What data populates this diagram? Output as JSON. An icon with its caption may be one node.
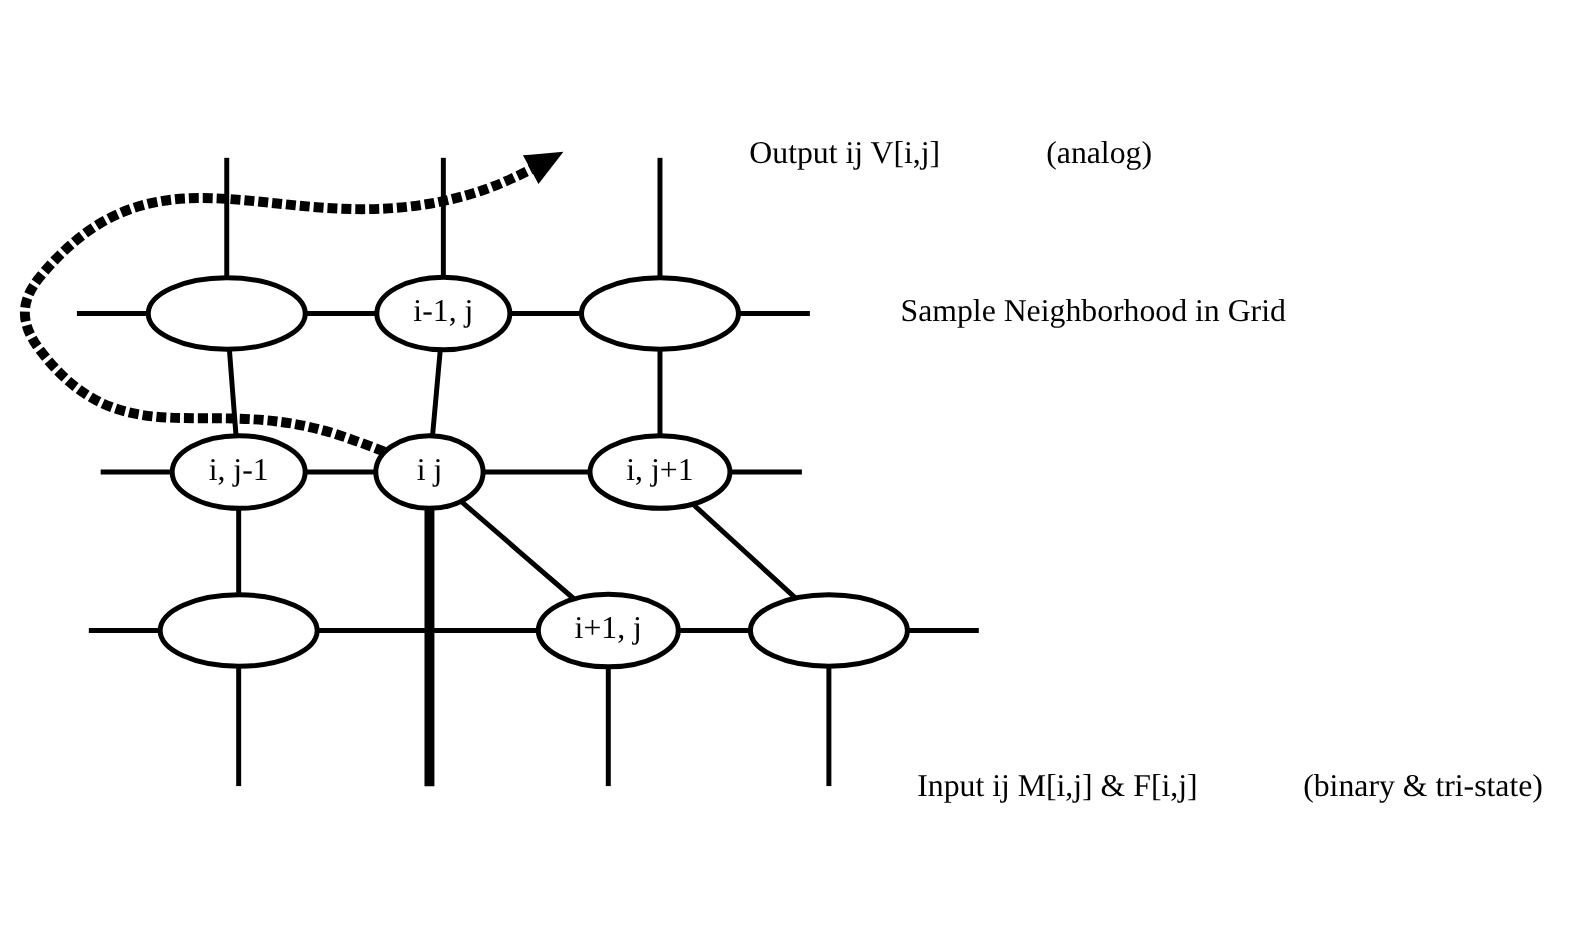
{
  "diagram": {
    "nodes": [
      {
        "text": [],
        "shape": "ellipse"
      },
      {
        "text": [
          "i-1, j"
        ]
      },
      {
        "text": [],
        "shape": "ellipse"
      },
      {
        "text": [
          "i, j-1"
        ]
      },
      {
        "text": [
          "i j"
        ]
      },
      {
        "text": [
          "i, j+1"
        ]
      },
      {
        "text": [],
        "shape": "ellipse"
      },
      {
        "text": [
          "i+1, j"
        ]
      },
      {
        "text": [],
        "shape": "ellipse"
      }
    ],
    "edges": [
      {
        "from": null,
        "to": 0,
        "arrow": "none"
      },
      {
        "from": 0,
        "to": 1,
        "arrow": "none"
      },
      {
        "from": 1,
        "to": 2,
        "arrow": "none"
      },
      {
        "from": 2,
        "to": null,
        "arrow": "none"
      },
      {
        "from": null,
        "to": 3,
        "arrow": "none"
      },
      {
        "from": 3,
        "to": 4,
        "arrow": "none"
      },
      {
        "from": 4,
        "to": 5,
        "arrow": "none"
      },
      {
        "from": 5,
        "to": null,
        "arrow": "none"
      },
      {
        "from": null,
        "to": 6,
        "arrow": "none"
      },
      {
        "from": 6,
        "to": 7,
        "arrow": "none"
      },
      {
        "from": 7,
        "to": 8,
        "arrow": "none"
      },
      {
        "from": 8,
        "to": null,
        "arrow": "none"
      },
      {
        "from": null,
        "to": 0,
        "arrow": "none"
      },
      {
        "from": 0,
        "to": 3,
        "arrow": "none"
      },
      {
        "from": 3,
        "to": 6,
        "arrow": "none"
      },
      {
        "from": 6,
        "to": null,
        "arrow": "none"
      },
      {
        "from": null,
        "to": 1,
        "arrow": "none"
      },
      {
        "from": 1,
        "to": 4,
        "arrow": "none"
      },
      {
        "from": 4,
        "to": 7,
        "arrow": "none"
      },
      {
        "from": 7,
        "to": null,
        "arrow": "none"
      },
      {
        "from": null,
        "to": 2,
        "arrow": "none"
      },
      {
        "from": 2,
        "to": 5,
        "arrow": "none"
      },
      {
        "from": 5,
        "to": 8,
        "arrow": "none"
      },
      {
        "from": 8,
        "to": null,
        "arrow": "none"
      },
      {
        "from": 4,
        "to": null,
        "arrow": "to",
        "style": "dashed"
      },
      {
        "from": null,
        "to": 4,
        "arrow": "none",
        "style": "thick"
      }
    ],
    "labels": [
      "Output ij V[i,j]",
      "(analog)",
      "Sample Neighborhood in Grid",
      "Input ij M[i,j] & F[i,j]",
      "(binary & tri-state)"
    ]
  }
}
